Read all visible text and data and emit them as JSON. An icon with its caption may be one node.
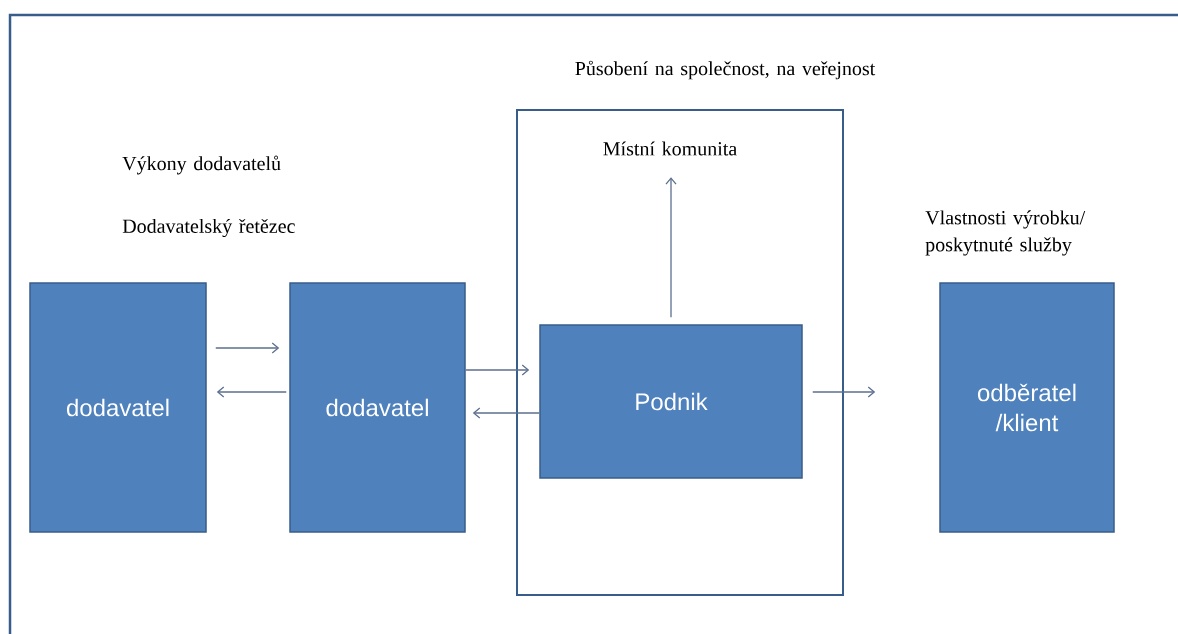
{
  "diagram": {
    "nodes": [
      {
        "text": [
          "dodavatel"
        ]
      },
      {
        "text": [
          "dodavatel"
        ]
      },
      {
        "text": [],
        "shape": "box"
      },
      {
        "text": [
          "Místní komunita"
        ],
        "in": 2
      },
      {
        "text": [
          "Podnik"
        ],
        "in": 2
      },
      {
        "text": [
          "odběratel /klient"
        ]
      }
    ],
    "edges": [
      {
        "from": 0,
        "to": 1,
        "arrow": "to"
      },
      {
        "from": 1,
        "to": 0,
        "arrow": "to"
      },
      {
        "from": 1,
        "to": 4,
        "arrow": "to"
      },
      {
        "from": 4,
        "to": 1,
        "arrow": "to"
      },
      {
        "from": 4,
        "to": 3,
        "arrow": "to"
      },
      {
        "from": 4,
        "to": 5,
        "arrow": "to"
      }
    ],
    "labels": [
      "Působení na společnost, na veřejnost",
      "Výkony dodavatelů",
      "Dodavatelský řetězec",
      "Vlastnosti výrobku/ poskytnuté služby"
    ]
  }
}
